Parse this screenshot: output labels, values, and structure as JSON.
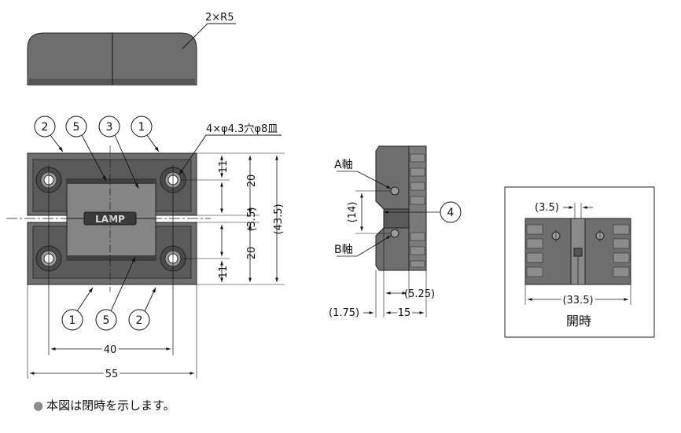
{
  "labels": {
    "radius": "2×R5",
    "holes": "4×φ4.3穴φ8皿",
    "axis_a": "A軸",
    "axis_b": "B軸",
    "open_caption": "開時",
    "logo": "LAMP",
    "note_bullet": "●",
    "note": "本図は閉時を示します。"
  },
  "part_numbers": {
    "top": [
      "2",
      "5",
      "3",
      "1"
    ],
    "bottom": [
      "1",
      "5",
      "2"
    ],
    "side": "4"
  },
  "dimensions": {
    "front_vertical": [
      "11",
      "20",
      "(3.5)",
      "20",
      "11"
    ],
    "overall_height": "(43.5)",
    "hole_pitch": "40",
    "overall_width": "55",
    "axis_pitch": "(14)",
    "side_offset": "(5.25)",
    "side_thickness": "15",
    "side_edge": "(1.75)",
    "open_gap": "(3.5)",
    "open_width": "(33.5)"
  },
  "colors": {
    "part_fill": "#6e6e6e",
    "part_light": "#a6a6a6",
    "part_dark": "#3f3f3f",
    "line": "#111111"
  }
}
